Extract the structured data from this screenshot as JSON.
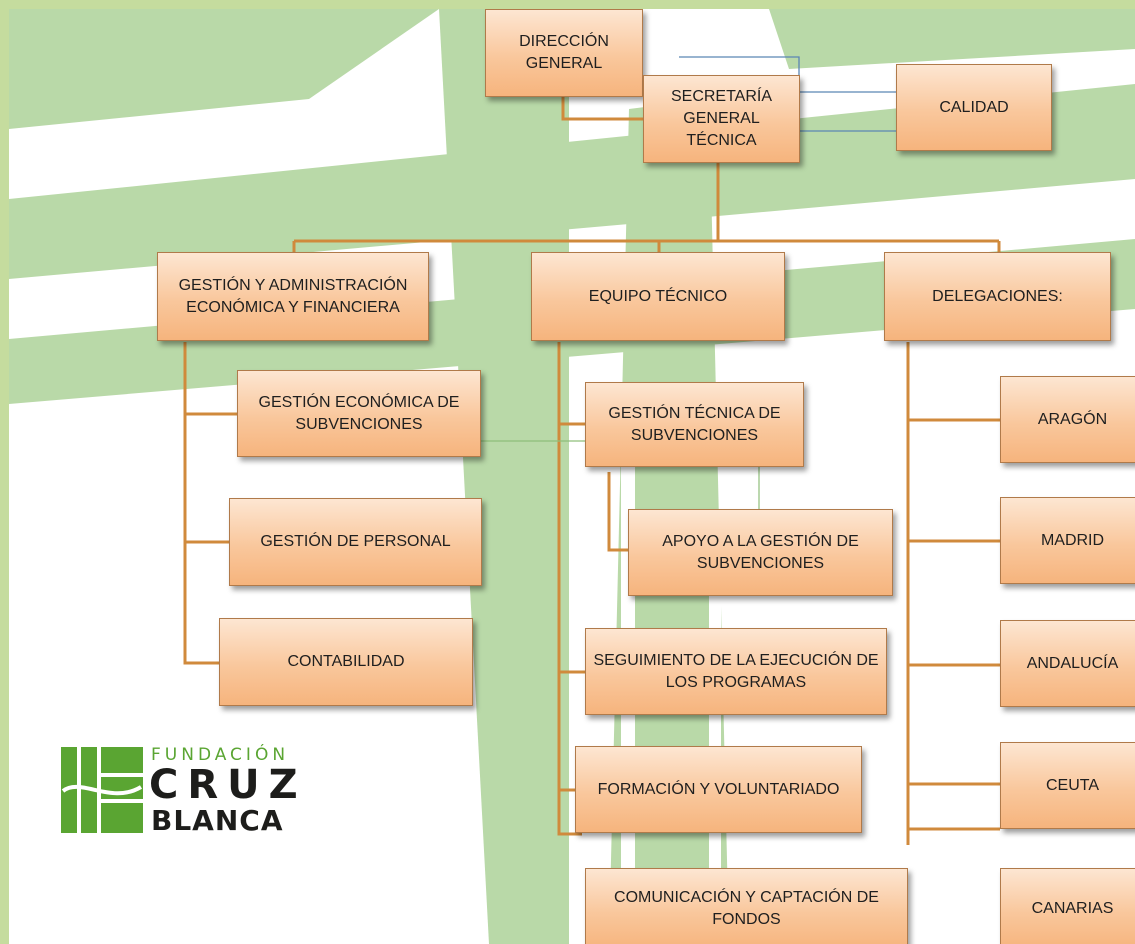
{
  "nodes": {
    "direccion": "DIRECCIÓN GENERAL",
    "secretaria": "SECRETARÍA GENERAL TÉCNICA",
    "calidad": "CALIDAD",
    "gestion_admin": "GESTIÓN Y ADMINISTRACIÓN ECONÓMICA Y FINANCIERA",
    "equipo_tecnico": "EQUIPO TÉCNICO",
    "delegaciones": "DELEGACIONES:",
    "gestion_economica": "GESTIÓN ECONÓMICA DE SUBVENCIONES",
    "gestion_personal": "GESTIÓN DE PERSONAL",
    "contabilidad": "CONTABILIDAD",
    "gestion_tecnica": "GESTIÓN TÉCNICA DE SUBVENCIONES",
    "apoyo": "APOYO A LA GESTIÓN DE SUBVENCIONES",
    "seguimiento": "SEGUIMIENTO DE LA EJECUCIÓN DE LOS PROGRAMAS",
    "formacion": "FORMACIÓN Y VOLUNTARIADO",
    "comunicacion": "COMUNICACIÓN Y CAPTACIÓN DE FONDOS",
    "aragon": "ARAGÓN",
    "madrid": "MADRID",
    "andalucia": "ANDALUCÍA",
    "ceuta": "CEUTA",
    "canarias": "CANARIAS"
  },
  "logo": {
    "line1": "FUNDACIÓN",
    "line2": "CRUZ",
    "line3": "BLANCA"
  },
  "colors": {
    "frame": "#c5dc9e",
    "stripes": "#b9d9a8",
    "box_fill": "#f9c79c",
    "connector": "#d08a3c",
    "arrow": "#5b86b3",
    "logo_green": "#5aa532"
  }
}
